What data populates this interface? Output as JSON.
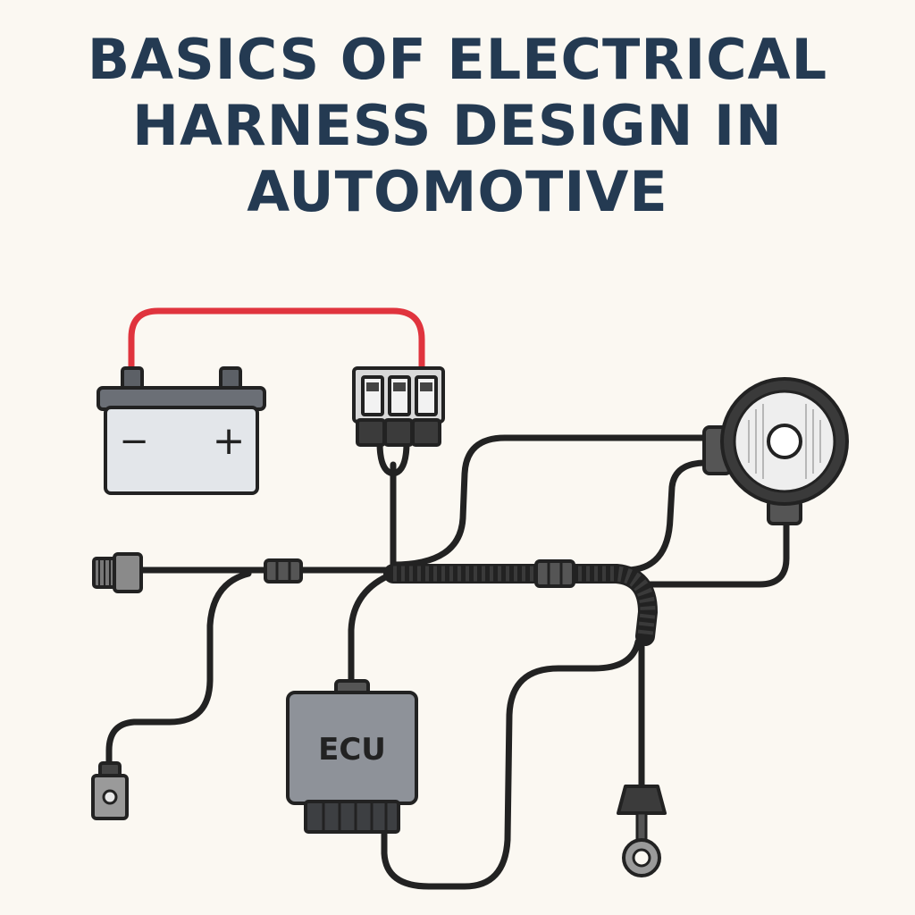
{
  "title": {
    "line1": "BASICS OF ELECTRICAL",
    "line2": "HARNESS DESIGN IN",
    "line3": "AUTOMOTIVE"
  },
  "battery": {
    "minus": "−",
    "plus": "+"
  },
  "ecu": {
    "label": "ECU"
  },
  "colors": {
    "title": "#243a52",
    "positive_wire": "#e0343e",
    "wire": "#222222",
    "background": "#fbf8f2"
  }
}
